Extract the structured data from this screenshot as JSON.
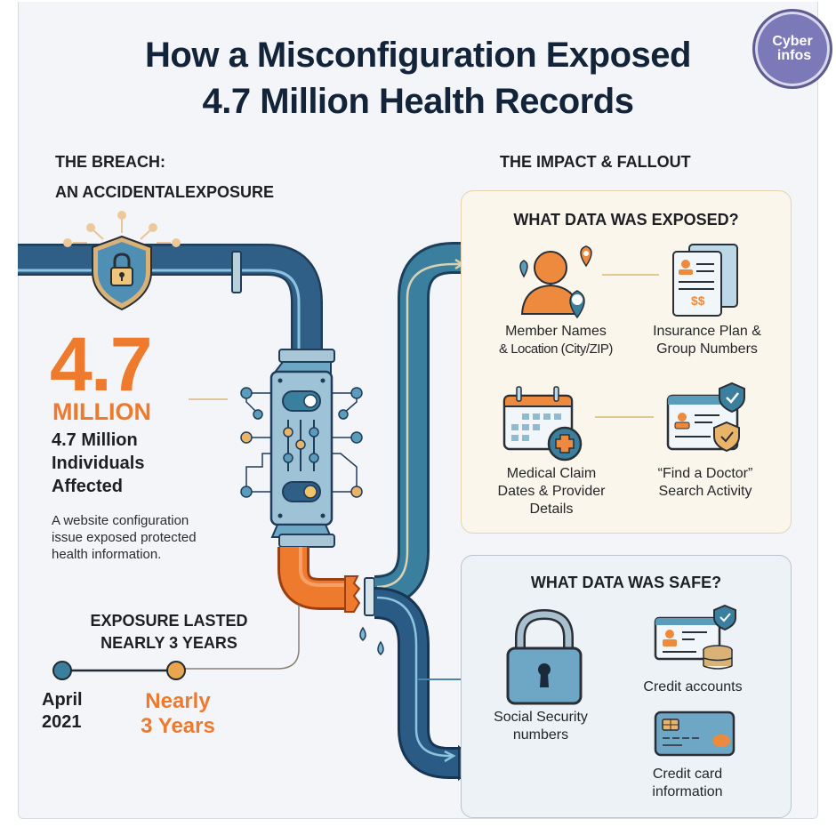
{
  "header": {
    "title_line1": "How a Misconfiguration Exposed",
    "title_line2": "4.7 Million Health Records",
    "badge_line1": "Cyber",
    "badge_line2": "infos"
  },
  "breach": {
    "heading_line1": "THE BREACH:",
    "heading_line2": "AN ACCIDENTALEXPOSURE",
    "big_number": "4.7",
    "big_unit": "MILLION",
    "affected_line1": "4.7 Million",
    "affected_line2": "Individuals",
    "affected_line3": "Affected",
    "description_line1": "A website configuration",
    "description_line2": "issue exposed protected",
    "description_line3": "health information."
  },
  "timeline": {
    "title_line1": "EXPOSURE LASTED",
    "title_line2": "NEARLY 3 YEARS",
    "start_line1": "April",
    "start_line2": "2021",
    "end_line1": "Nearly",
    "end_line2": "3 Years"
  },
  "impact": {
    "heading": "THE IMPACT & FALLOUT",
    "exposed": {
      "title": "WHAT DATA WAS EXPOSED?",
      "items": [
        {
          "icon": "person-location-icon",
          "line1": "Member Names",
          "line2": "& Location (City/ZIP)",
          "line3": ""
        },
        {
          "icon": "insurance-document-icon",
          "line1": "Insurance Plan &",
          "line2": "Group Numbers",
          "line3": ""
        },
        {
          "icon": "medical-calendar-icon",
          "line1": "Medical Claim",
          "line2": "Dates & Provider",
          "line3": "Details"
        },
        {
          "icon": "doctor-search-profile-icon",
          "line1": "“Find a Doctor”",
          "line2": "Search Activity",
          "line3": ""
        }
      ]
    },
    "safe": {
      "title": "WHAT DATA WAS SAFE?",
      "items": [
        {
          "icon": "padlock-icon",
          "line1": "Social Security",
          "line2": "numbers"
        },
        {
          "icon": "credit-account-icon",
          "line1": "Credit accounts",
          "line2": ""
        },
        {
          "icon": "credit-card-icon",
          "line1": "Credit card",
          "line2": "information"
        }
      ]
    }
  },
  "colors": {
    "accent_orange": "#ee7a2d",
    "pipe_blue": "#2f5f86",
    "pipe_teal": "#3b7f9f",
    "title_navy": "#13243a",
    "exposed_card_bg": "#fbf6ec",
    "safe_card_bg": "#edf2f6"
  }
}
